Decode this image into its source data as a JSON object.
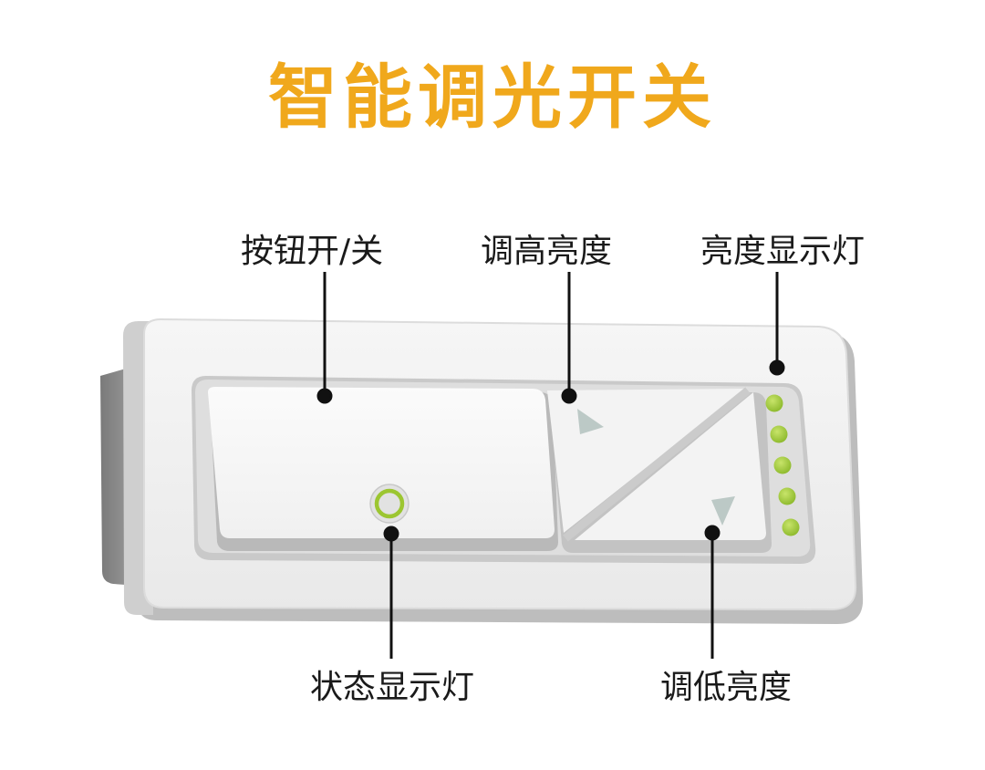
{
  "title": "智能调光开关",
  "colors": {
    "title": "#f0a81c",
    "indicator_green": "#9cc631",
    "callout": "#111111"
  },
  "callouts": {
    "power_button": "按钮开/关",
    "brightness_up": "调高亮度",
    "brightness_indicator": "亮度显示灯",
    "status_light": "状态显示灯",
    "brightness_down": "调低亮度"
  }
}
